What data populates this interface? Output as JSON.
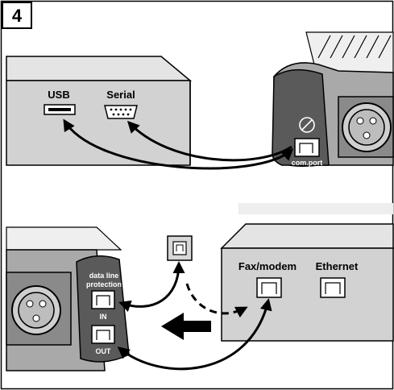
{
  "step_number": "4",
  "top_panel": {
    "usb_label": "USB",
    "serial_label": "Serial",
    "com_port_label": "com.port"
  },
  "bottom_panel": {
    "data_line_protection_label_1": "data line",
    "data_line_protection_label_2": "protection",
    "in_label": "IN",
    "out_label": "OUT",
    "fax_modem_label": "Fax/modem",
    "ethernet_label": "Ethernet"
  },
  "colors": {
    "device_fill": "#d6d6d6",
    "ups_dark": "#5a5a5a",
    "ups_light": "#a8a8a8",
    "line": "#000000"
  }
}
